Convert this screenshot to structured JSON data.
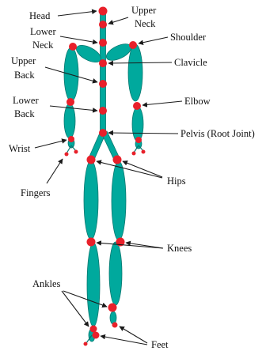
{
  "colors": {
    "bone": "#00a99d",
    "bone_stroke": "#06776f",
    "joint": "#e8202a",
    "arrow": "#1a1a1a"
  },
  "labels": {
    "head": "Head",
    "upper_neck_1": "Upper",
    "upper_neck_2": "Neck",
    "lower_neck_1": "Lower",
    "lower_neck_2": "Neck",
    "shoulder": "Shoulder",
    "clavicle": "Clavicle",
    "upper_back_1": "Upper",
    "upper_back_2": "Back",
    "lower_back_1": "Lower",
    "lower_back_2": "Back",
    "elbow": "Elbow",
    "wrist": "Wrist",
    "pelvis": "Pelvis (Root Joint)",
    "fingers": "Fingers",
    "hips": "Hips",
    "knees": "Knees",
    "ankles": "Ankles",
    "feet": "Feet"
  }
}
